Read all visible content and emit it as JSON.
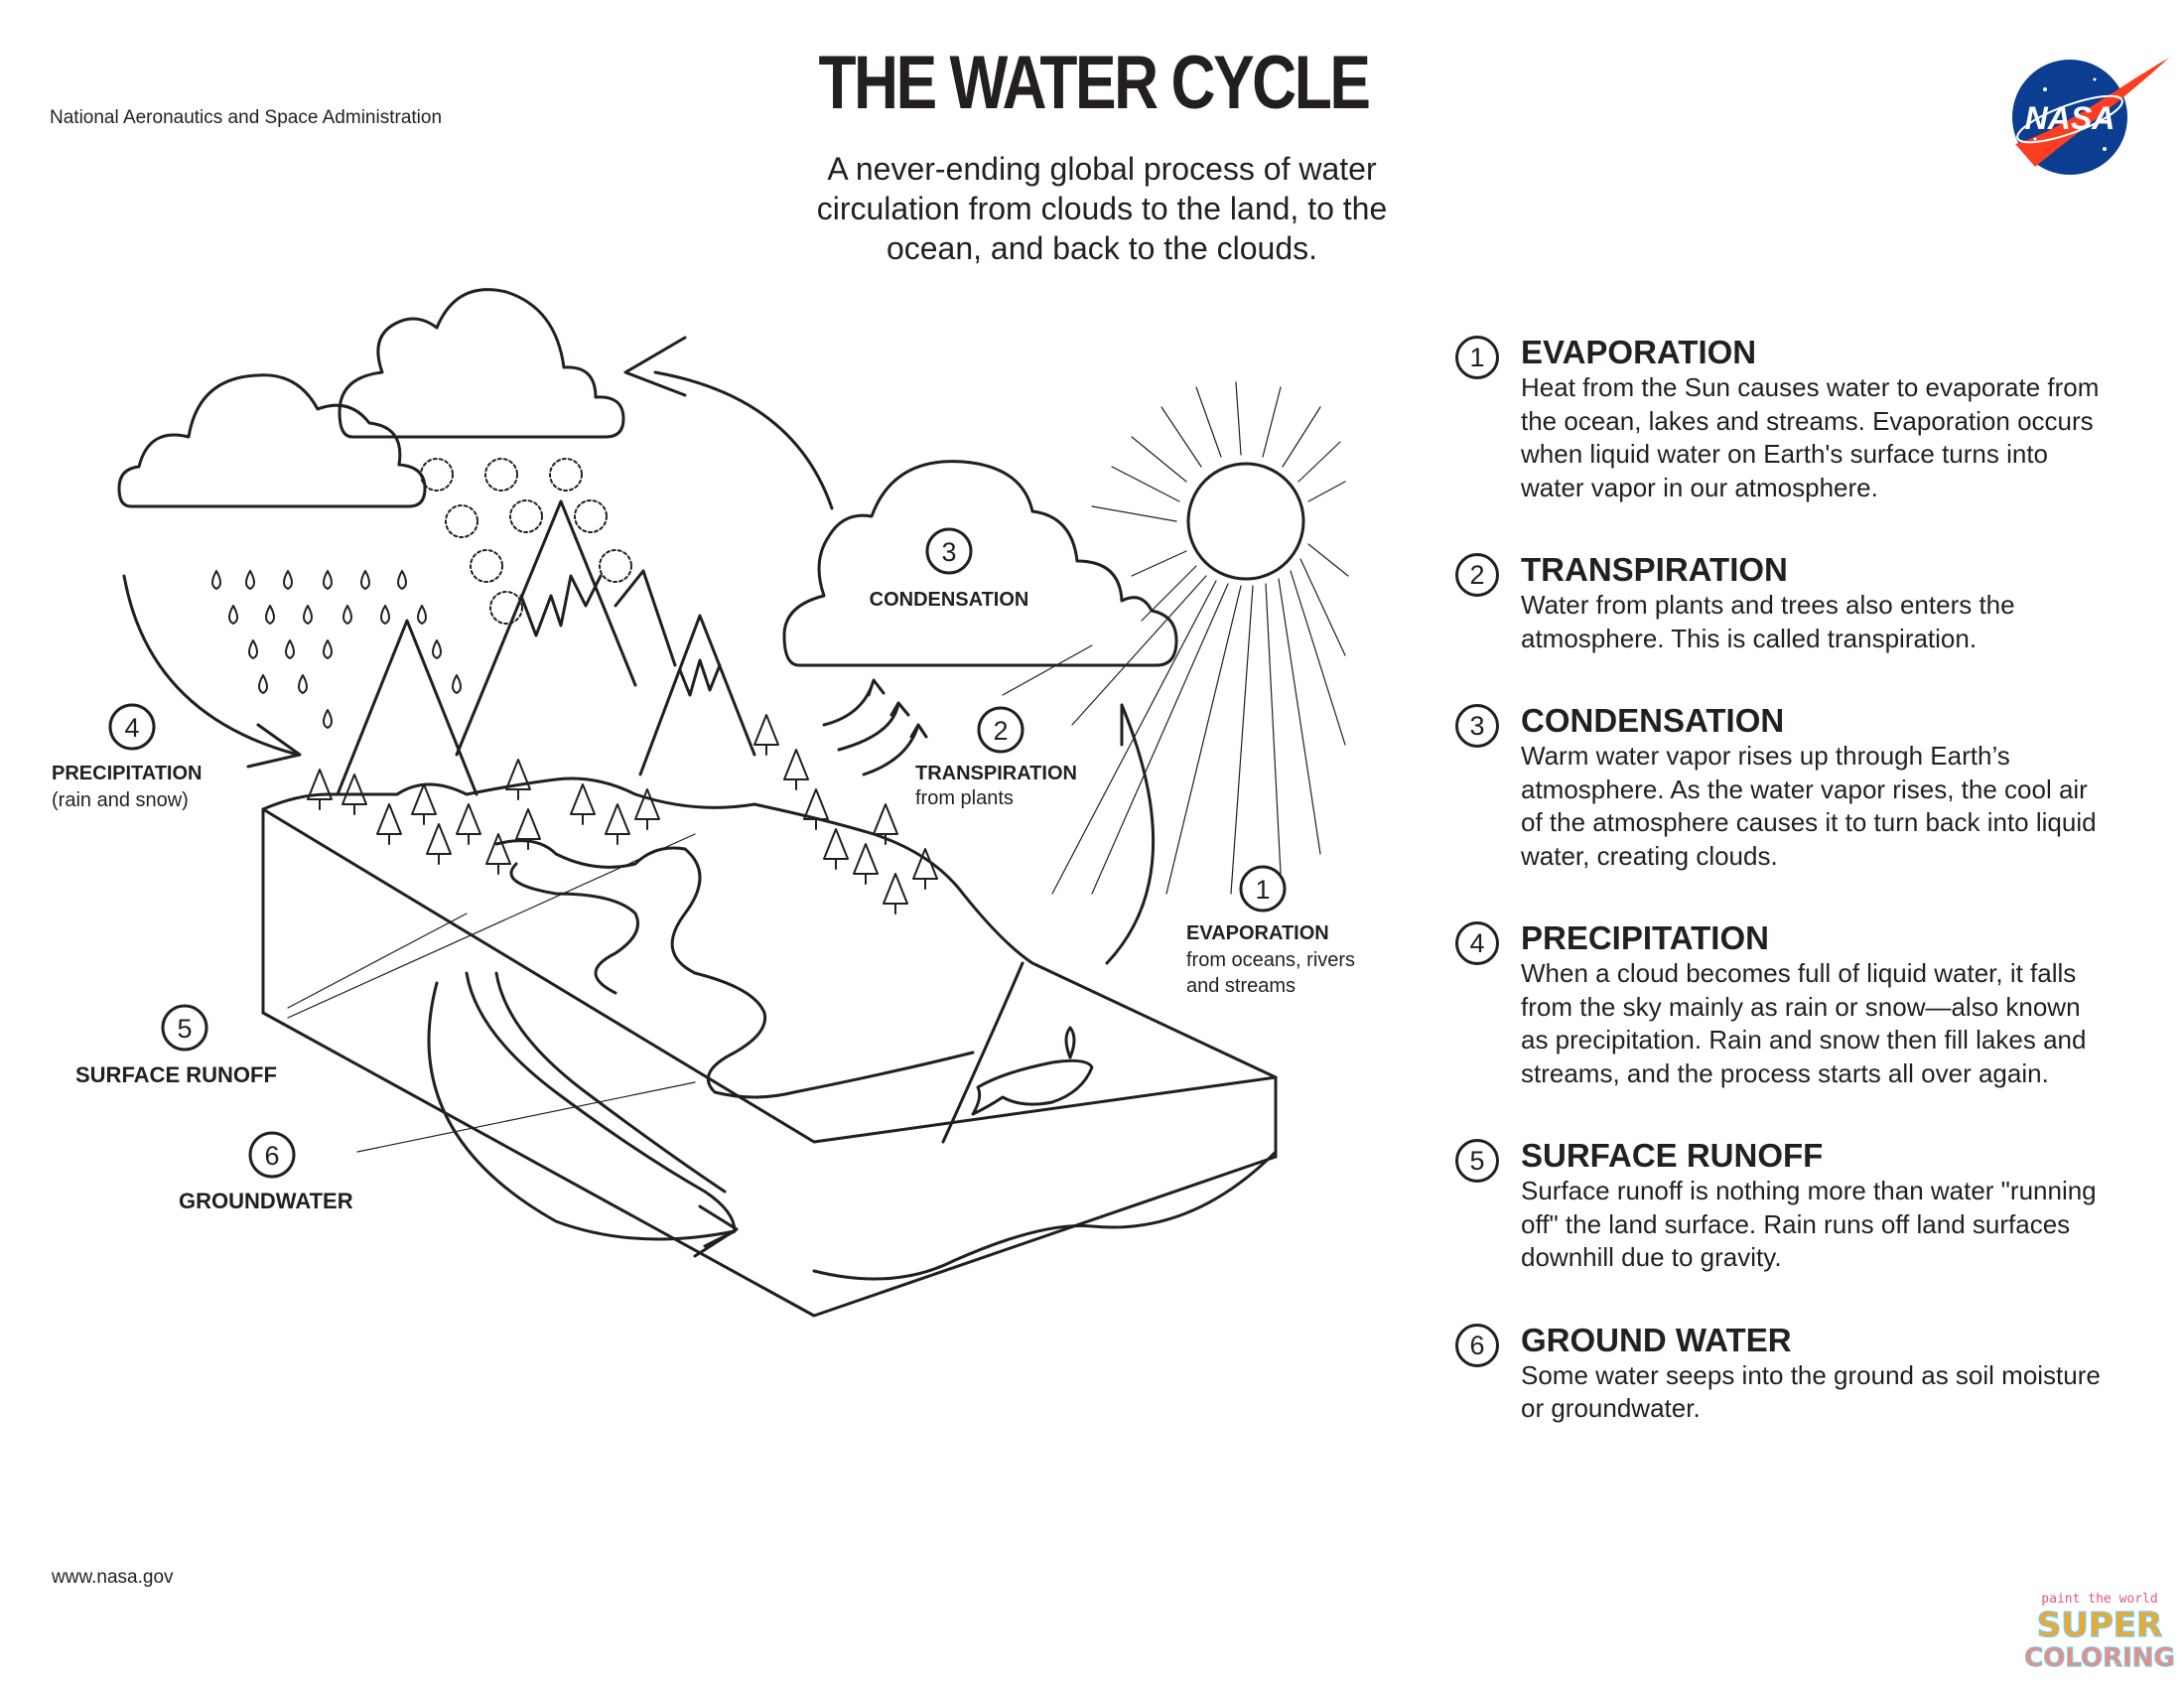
{
  "header": {
    "organization": "National Aeronautics and Space Administration",
    "title": "THE WATER CYCLE",
    "subtitle_lines": [
      "A never-ending global process of water",
      "circulation from clouds to the land, to the",
      "ocean, and back to the clouds."
    ],
    "logo_text": "NASA"
  },
  "diagram": {
    "labels": [
      {
        "number": "1",
        "title": "EVAPORATION",
        "sub": [
          "from oceans, rivers",
          "and streams"
        ]
      },
      {
        "number": "2",
        "title": "TRANSPIRATION",
        "sub": [
          "from plants"
        ]
      },
      {
        "number": "3",
        "title": "CONDENSATION",
        "sub": []
      },
      {
        "number": "4",
        "title": "PRECIPITATION",
        "sub": [
          "(rain and snow)"
        ]
      },
      {
        "number": "5",
        "title": "SURFACE RUNOFF",
        "sub": []
      },
      {
        "number": "6",
        "title": "GROUNDWATER",
        "sub": []
      }
    ]
  },
  "legend": [
    {
      "number": "1",
      "title": "EVAPORATION",
      "lines": [
        "Heat from the Sun causes water to evaporate from",
        "the ocean, lakes and streams. Evaporation occurs",
        "when liquid water on Earth's surface turns into",
        "water vapor in our atmosphere."
      ]
    },
    {
      "number": "2",
      "title": "TRANSPIRATION",
      "lines": [
        "Water from plants and trees also enters the",
        "atmosphere. This is called transpiration."
      ]
    },
    {
      "number": "3",
      "title": "CONDENSATION",
      "lines": [
        "Warm water vapor rises up through Earth’s",
        "atmosphere. As the water vapor rises, the cool air",
        "of the atmosphere causes it to turn back into liquid",
        "water, creating clouds."
      ]
    },
    {
      "number": "4",
      "title": "PRECIPITATION",
      "lines": [
        "When a cloud becomes full of liquid water, it falls",
        "from the sky mainly as rain or snow—also known",
        "as precipitation. Rain and snow then fill lakes and",
        "streams, and the process starts all over again."
      ]
    },
    {
      "number": "5",
      "title": "SURFACE RUNOFF",
      "lines": [
        "Surface runoff is nothing more than water \"running",
        "off\" the land surface. Rain runs off land surfaces",
        "downhill due to gravity."
      ]
    },
    {
      "number": "6",
      "title": "GROUND WATER",
      "lines": [
        "Some water seeps into the ground as soil moisture",
        "or groundwater."
      ]
    }
  ],
  "footer": {
    "url": "www.nasa.gov",
    "brand_tagline": "paint the world",
    "brand_line1": "SUPER",
    "brand_line2": "COLORING"
  }
}
